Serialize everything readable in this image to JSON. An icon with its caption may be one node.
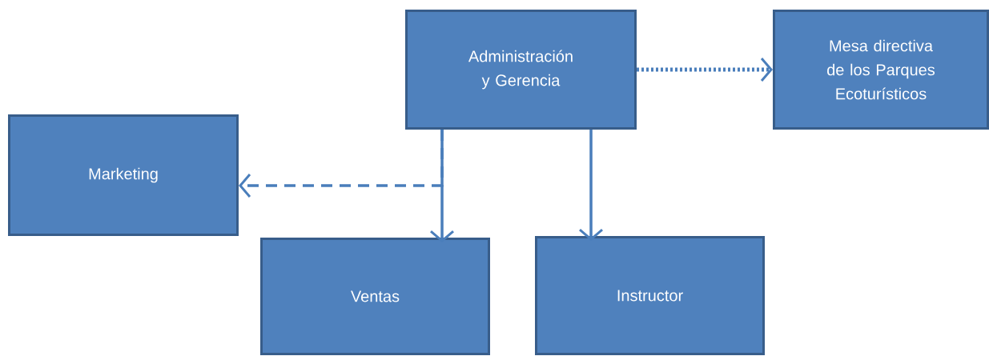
{
  "diagram": {
    "nodes": [
      {
        "text": [
          "Administración y Gerencia"
        ]
      },
      {
        "text": [
          "Mesa directiva de los Parques Ecoturísticos"
        ]
      },
      {
        "text": [
          "Marketing"
        ]
      },
      {
        "text": [
          "Ventas"
        ]
      },
      {
        "text": [
          "Instructor"
        ]
      }
    ],
    "edges": [
      {
        "from": 0,
        "to": 1,
        "arrow": "to",
        "style": "dashed"
      },
      {
        "from": 0,
        "to": 2,
        "arrow": "to",
        "style": "dashed"
      },
      {
        "from": 0,
        "to": 3,
        "arrow": "to"
      },
      {
        "from": 0,
        "to": 4,
        "arrow": "to"
      }
    ]
  }
}
